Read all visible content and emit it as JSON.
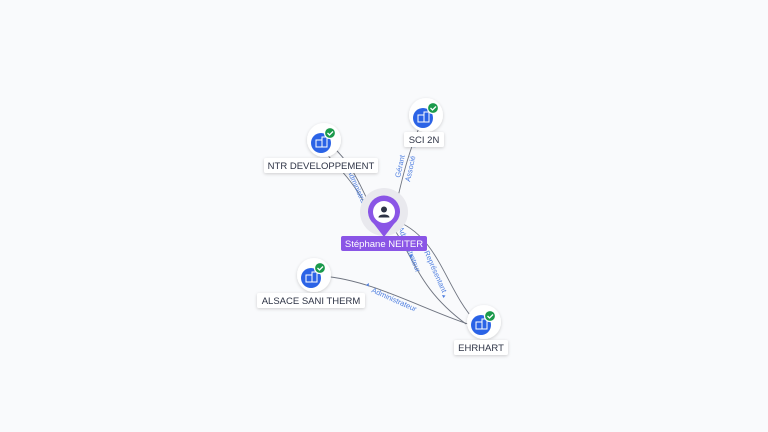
{
  "graph": {
    "person": {
      "label": "Stéphane NEITER",
      "icon": "person-icon",
      "color": "#8a55e6"
    },
    "companies": [
      {
        "key": "ntr",
        "label": "NTR DEVELOPPEMENT",
        "icon": "building-icon",
        "verified": true
      },
      {
        "key": "sci",
        "label": "SCI 2N",
        "icon": "building-icon",
        "verified": true
      },
      {
        "key": "alsace",
        "label": "ALSACE SANI THERM",
        "icon": "building-icon",
        "verified": true
      },
      {
        "key": "ehrhart",
        "label": "EHRHART",
        "icon": "building-icon",
        "verified": true
      }
    ],
    "edge_labels": {
      "ntr": "Administrateur",
      "sci_1": "Gérant",
      "sci_2": "Associé",
      "ehrhart_1": "Administrateur",
      "ehrhart_2": "Représentant",
      "alsace": "Administrateur"
    },
    "colors": {
      "company_icon": "#2b63e6",
      "verified_badge": "#1b9a4b",
      "edge_label": "#4f7fe0",
      "edge": "#6f7480"
    }
  }
}
